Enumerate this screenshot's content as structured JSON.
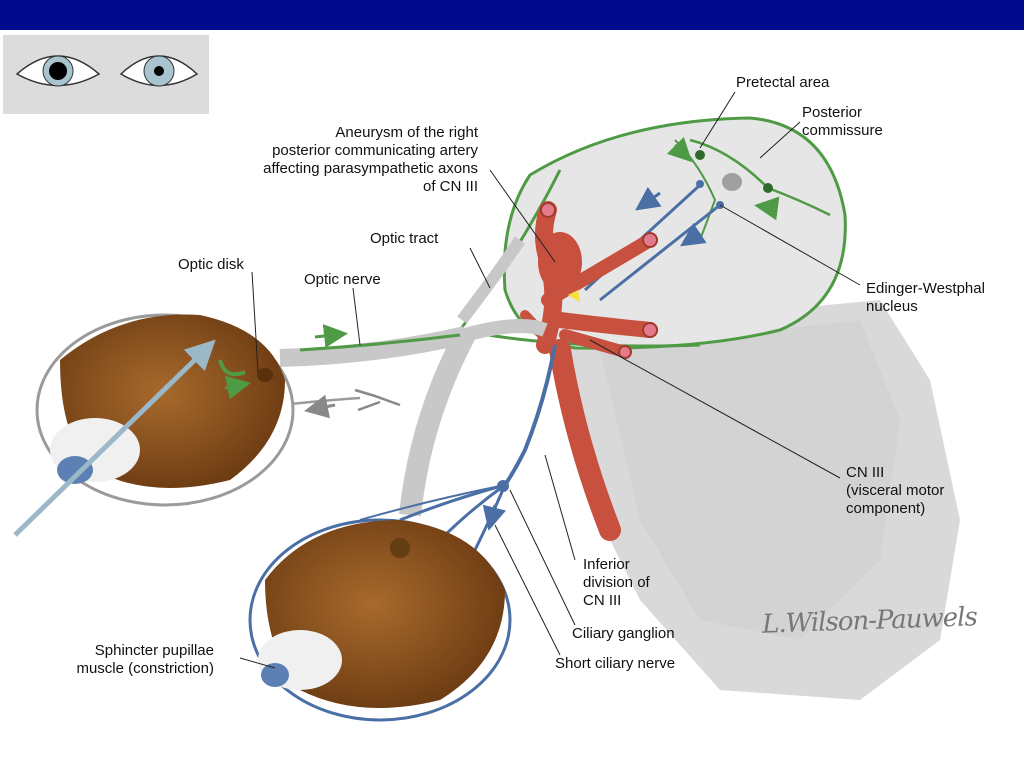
{
  "colors": {
    "title_bar": "#000a8c",
    "parasympathetic_pathway": "#5a7fb0",
    "afferent_pathway": "#4f9a45",
    "artery": "#c8503e",
    "brainstem": "#d8d8d8"
  },
  "pupils": {
    "left_eye": "dilated",
    "right_eye": "normal"
  },
  "labels": {
    "pretectal_area": "Pretectal area",
    "posterior_commissure": "Posterior\ncommissure",
    "aneurysm": "Aneurysm of the right\nposterior communicating artery\naffecting parasympathetic axons\nof CN III",
    "optic_tract": "Optic tract",
    "optic_disk": "Optic disk",
    "optic_nerve": "Optic nerve",
    "edinger_westphal": "Edinger-Westphal\nnucleus",
    "cn3_visceral": "CN III\n(visceral motor\ncomponent)",
    "inferior_division": "Inferior\ndivision of\nCN III",
    "ciliary_ganglion": "Ciliary ganglion",
    "short_ciliary_nerve": "Short ciliary nerve",
    "sphincter_pupillae": "Sphincter pupillae\nmuscle (constriction)"
  }
}
